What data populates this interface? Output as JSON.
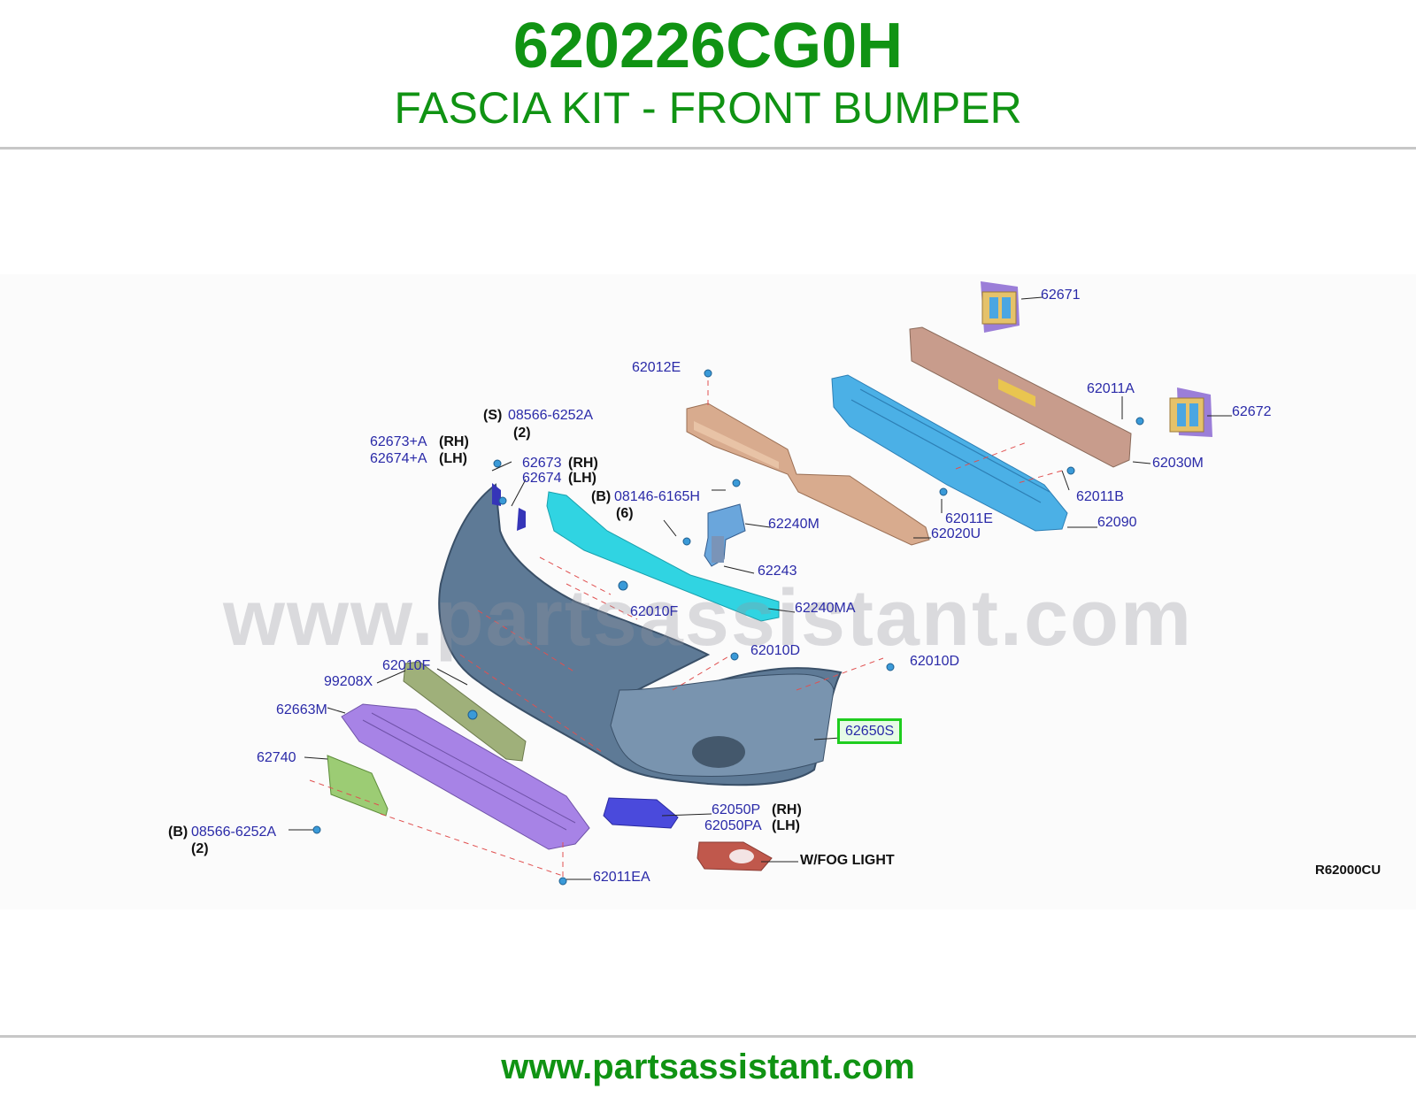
{
  "header": {
    "part_number": "620226CG0H",
    "part_name": "FASCIA KIT - FRONT BUMPER"
  },
  "diagram": {
    "watermark": "www.partsassistant.com",
    "diagram_code": "R62000CU",
    "callouts": {
      "c62671": "62671",
      "c62012E": "62012E",
      "c62011A": "62011A",
      "c62672": "62672",
      "s_tag": "(S)",
      "c08566_6252A_top": "08566-6252A",
      "qty2_top": "(2)",
      "c62673A": "62673+A",
      "rh1": "(RH)",
      "c62674A": "62674+A",
      "lh1": "(LH)",
      "c62673": "62673",
      "rh2": "(RH)",
      "c62674": "62674",
      "lh2": "(LH)",
      "c62030M": "62030M",
      "c62011B": "62011B",
      "b_tag1": "(B)",
      "c08146_6165H": "08146-6165H",
      "qty6": "(6)",
      "c62240M": "62240M",
      "c62011E": "62011E",
      "c62020U": "62020U",
      "c62090": "62090",
      "c62243": "62243",
      "c62010F_a": "62010F",
      "c62240MA": "62240MA",
      "c62010D_a": "62010D",
      "c62010D_b": "62010D",
      "c62010F_b": "62010F",
      "c99208X": "99208X",
      "c62663M": "62663M",
      "c62650S": "62650S",
      "c62740": "62740",
      "c62050P": "62050P",
      "rh3": "(RH)",
      "c62050PA": "62050PA",
      "lh3": "(LH)",
      "b_tag2": "(B)",
      "c08566_6252A_bottom": "08566-6252A",
      "qty2_bottom": "(2)",
      "wfog": "W/FOG LIGHT",
      "c62011EA": "62011EA"
    }
  },
  "footer": {
    "url": "www.partsassistant.com"
  },
  "colors": {
    "brand_green": "#109313",
    "callout_blue": "#2a2aa8",
    "highlight_green": "#1fcd1f"
  }
}
